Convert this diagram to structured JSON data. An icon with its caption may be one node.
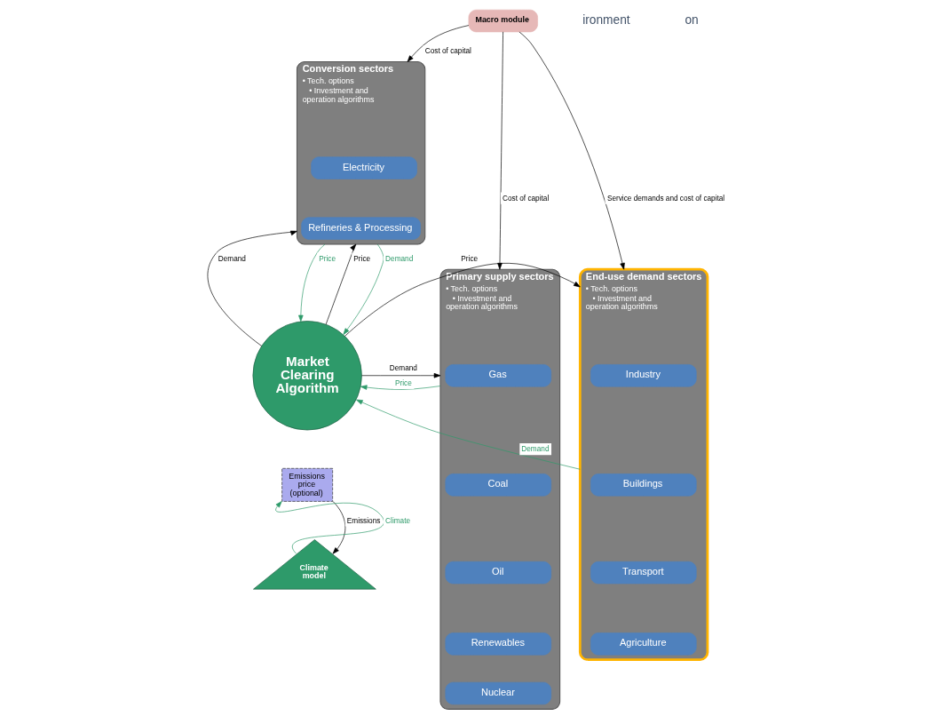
{
  "diagram": {
    "nodes": [
      {
        "text": [
          "Macro module"
        ]
      },
      {
        "text": [
          "Conversion sectors",
          "• Tech. options",
          "• Investment and operation algorithms"
        ]
      },
      {
        "text": [
          "Electricity"
        ],
        "in": 1
      },
      {
        "text": [
          "Refineries & Processing"
        ],
        "in": 1
      },
      {
        "text": [
          "Primary supply sectors",
          "• Tech. options",
          "• Investment and operation algorithms"
        ]
      },
      {
        "text": [
          "Gas"
        ],
        "in": 4
      },
      {
        "text": [
          "Coal"
        ],
        "in": 4
      },
      {
        "text": [
          "Oil"
        ],
        "in": 4
      },
      {
        "text": [
          "Renewables"
        ],
        "in": 4
      },
      {
        "text": [
          "Nuclear"
        ],
        "in": 4
      },
      {
        "text": [
          "Market Clearing Algorithm"
        ]
      },
      {
        "text": [
          "Emissions price (optional)"
        ]
      },
      {
        "text": [
          "End-use demand sectors",
          "• Tech. options",
          "• Investment and operation algorithms"
        ]
      },
      {
        "text": [
          "Industry"
        ],
        "in": 12
      },
      {
        "text": [
          "Buildings"
        ],
        "in": 12
      },
      {
        "text": [
          "Transport"
        ],
        "in": 12
      },
      {
        "text": [
          "Agriculture"
        ],
        "in": 12
      },
      {
        "text": [
          "Climate model"
        ]
      }
    ],
    "edges": [
      {
        "from": 0,
        "to": 1,
        "arrow": "to",
        "label": "Cost of capital"
      },
      {
        "from": 0,
        "to": 4,
        "arrow": "to",
        "label": "Cost of capital"
      },
      {
        "from": 0,
        "to": 12,
        "arrow": "to",
        "label": "Service demands and cost of capital"
      },
      {
        "from": 10,
        "to": 1,
        "arrow": "to",
        "label": "Price"
      },
      {
        "from": 1,
        "to": 10,
        "arrow": "to",
        "label": "Demand",
        "color": "#2e9a6a"
      },
      {
        "from": 10,
        "to": 1,
        "arrow": "to",
        "label": "Demand"
      },
      {
        "from": 1,
        "to": 10,
        "arrow": "to",
        "label": "Price",
        "color": "#2e9a6a"
      },
      {
        "from": 4,
        "to": 10,
        "arrow": "to",
        "label": "Price",
        "color": "#2e9a6a"
      },
      {
        "from": 10,
        "to": 4,
        "arrow": "to",
        "label": "Demand"
      },
      {
        "from": 10,
        "to": 12,
        "arrow": "to",
        "label": "Price"
      },
      {
        "from": 12,
        "to": 10,
        "arrow": "to",
        "label": "Demand",
        "color": "#2e9a6a"
      },
      {
        "from": 17,
        "to": 11,
        "arrow": "to",
        "label": "Climate",
        "color": "#2e9a6a"
      },
      {
        "from": 11,
        "to": 17,
        "arrow": "to",
        "label": "Emissions"
      }
    ],
    "labels": [
      "ironment",
      "on"
    ]
  }
}
